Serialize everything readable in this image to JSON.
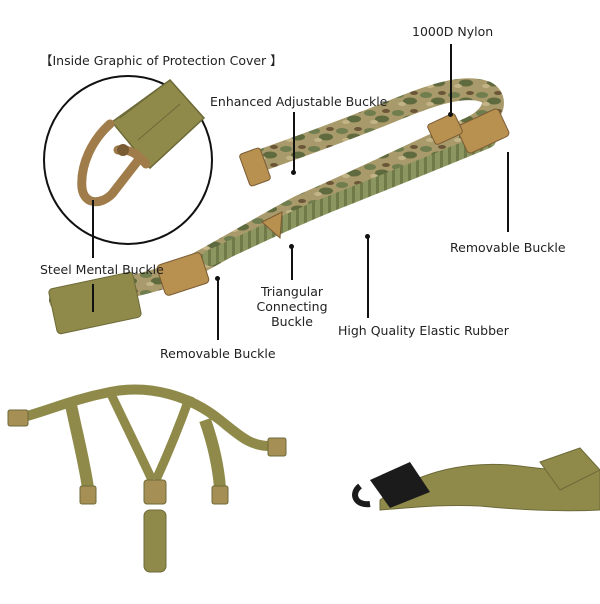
{
  "inset_title": "【Inside Graphic of Protection Cover 】",
  "labels": {
    "nylon": "1000D Nylon",
    "adjustable_buckle": "Enhanced Adjustable Buckle",
    "removable_buckle_right": "Removable Buckle",
    "steel_buckle": "Steel Mental Buckle",
    "triangular_buckle_line1": "Triangular",
    "triangular_buckle_line2": "Connecting",
    "triangular_buckle_line3": "Buckle",
    "elastic_rubber": "High Quality Elastic Rubber",
    "removable_buckle_bottom": "Removable Buckle"
  },
  "colors": {
    "coyote": "#9a8a55",
    "olive": "#8f8a4a",
    "camo_green": "#7d8a5a",
    "camo_tan": "#b8a67a",
    "camo_brown": "#6e5a3c",
    "hook_brown": "#a07c4a"
  }
}
